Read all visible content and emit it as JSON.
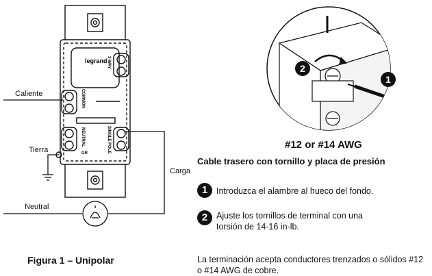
{
  "left_diagram": {
    "labels": {
      "hot": "Caliente",
      "ground": "Tierra",
      "neutral": "Neutral",
      "load": "Carga",
      "brand": "legrand",
      "common": "COMMON",
      "three_way": "3-WAY",
      "neutral_terminal": "NEUTRAL",
      "single_pole": "SINGLE POLE",
      "ground_terminal": "GR"
    },
    "caption": "Figura 1 – Unipolar"
  },
  "right_panel": {
    "wire_gauge": "#12 or #14 AWG",
    "subtitle": "Cable trasero con tornillo y placa de presión",
    "callouts": {
      "one": "1",
      "two": "2"
    },
    "steps": [
      {
        "number": "1",
        "text": "Introduzca el alambre al hueco del fondo."
      },
      {
        "number": "2",
        "text": "Ajuste los tornillos de terminal con una torsión de 14-16 in-lb."
      }
    ],
    "note": "La terminación acepta conductores trenzados o sólidos #12 o #14 AWG de cobre."
  }
}
